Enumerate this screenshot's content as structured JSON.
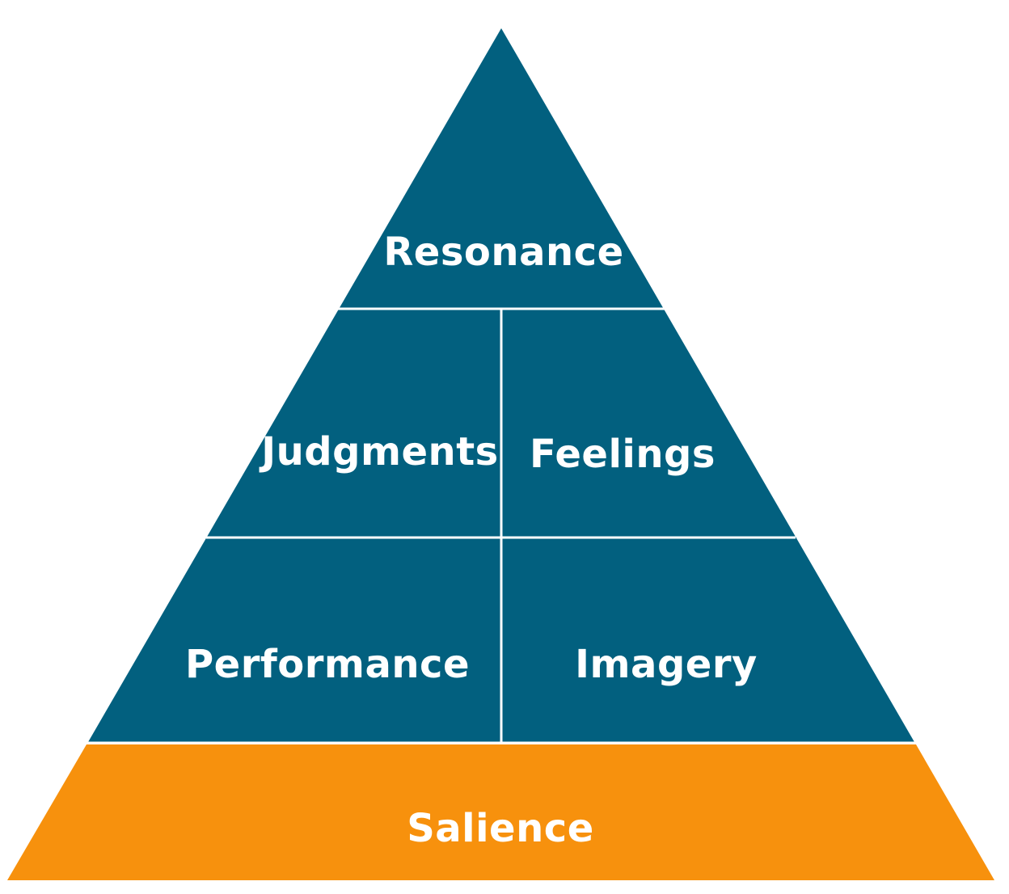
{
  "diagram": {
    "levels": {
      "resonance": "Resonance",
      "judgments": "Judgments",
      "feelings": "Feelings",
      "performance": "Performance",
      "imagery": "Imagery",
      "salience": "Salience"
    },
    "colors": {
      "upper_fill": "#02607f",
      "base_fill": "#f7910d",
      "divider": "#ffffff",
      "text": "#ffffff"
    }
  }
}
